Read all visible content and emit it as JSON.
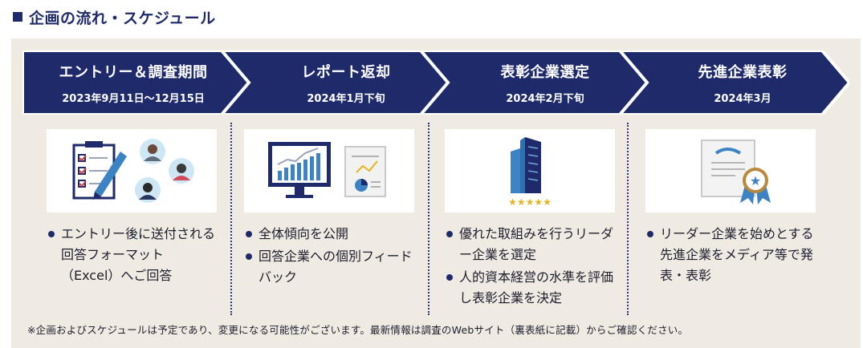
{
  "heading": {
    "title": "企画の流れ・スケジュール"
  },
  "steps": [
    {
      "title": "エントリー＆調査期間",
      "date": "2023年9月11日〜12月15日",
      "bullets": [
        "エントリー後に送付される回答フォーマット（Excel）へご回答"
      ]
    },
    {
      "title": "レポート返却",
      "date": "2024年1月下旬",
      "bullets": [
        "全体傾向を公開",
        "回答企業への個別フィードバック"
      ]
    },
    {
      "title": "表彰企業選定",
      "date": "2024年2月下旬",
      "bullets": [
        "優れた取組みを行うリーダー企業を選定",
        "人的資本経営の水準を評価し表彰企業を決定"
      ]
    },
    {
      "title": "先進企業表彰",
      "date": "2024年3月",
      "bullets": [
        "リーダー企業を始めとする先進企業をメディア等で発表・表彰"
      ]
    }
  ],
  "illustrations": [
    "checklist-people-icon",
    "analytics-monitor-icon",
    "building-five-stars-icon",
    "certificate-medal-icon"
  ],
  "footnote": "※企画およびスケジュールは予定であり、変更になる可能性がございます。最新情報は調査のWebサイト（裏表紙に記載）からご確認ください。",
  "colors": {
    "navy": "#1f2a6b",
    "panel": "#efebe3",
    "accent_blue": "#3c83c6",
    "star": "#e6b422"
  }
}
